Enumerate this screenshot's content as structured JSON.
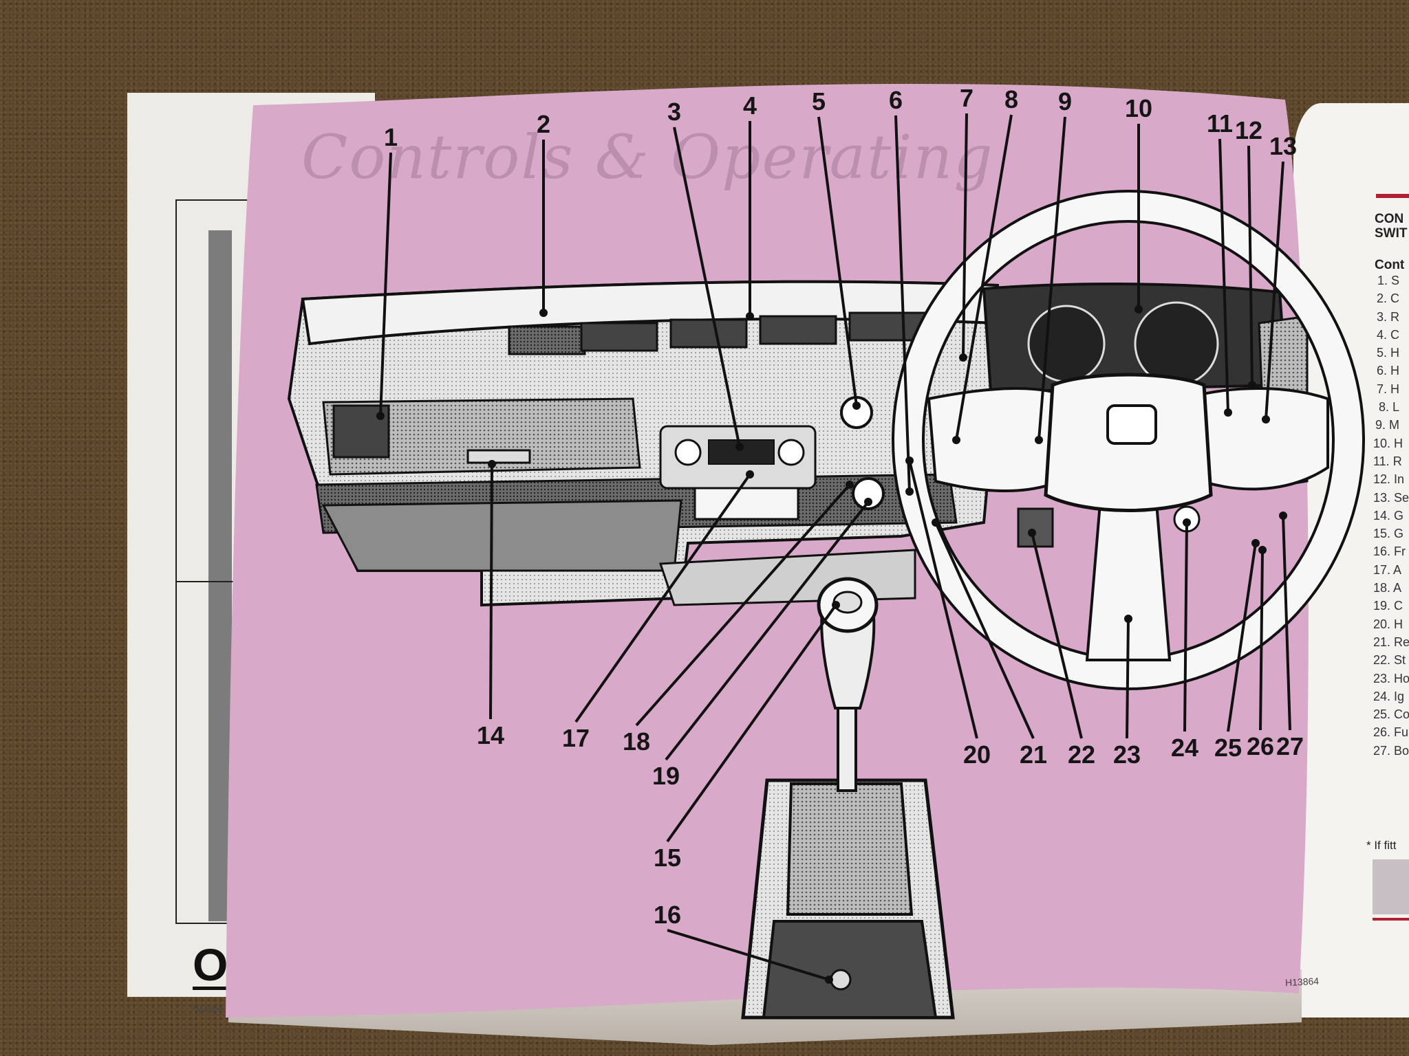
{
  "left_page": {
    "title_fragment": "OI",
    "footnote_fragment": "*Writte"
  },
  "main_page": {
    "ghost_title": "Controls & Operating",
    "code": "H13864"
  },
  "right_page": {
    "heading_line1": "CON",
    "heading_line2": "SWIT",
    "subheading": "Cont",
    "items": [
      "1. S",
      "2. C",
      "3. R",
      "4. C",
      "5. H",
      "6. H",
      "7. H",
      "8. L",
      "9. M",
      "10. H",
      "11. R",
      "12. In",
      "13. Se",
      "14. G",
      "15. G",
      "16. Fr",
      "17. A",
      "18. A",
      "19. C",
      "20. H",
      "21. Re",
      "22. St",
      "23. Ho",
      "24. Ig",
      "25. Co",
      "26. Fu",
      "27. Bo"
    ],
    "footnote": "* If fitt"
  },
  "callouts": [
    "1",
    "2",
    "3",
    "4",
    "5",
    "6",
    "7",
    "8",
    "9",
    "10",
    "11",
    "12",
    "13",
    "14",
    "15",
    "16",
    "17",
    "18",
    "19",
    "20",
    "21",
    "22",
    "23",
    "24",
    "25",
    "26",
    "27"
  ],
  "colors": {
    "page_pink": "#d9a9c9",
    "accent_red": "#b21e33"
  }
}
